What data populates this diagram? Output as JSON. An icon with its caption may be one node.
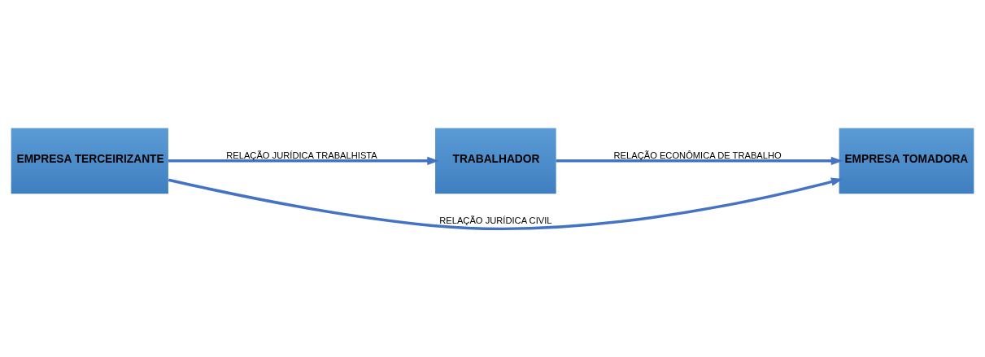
{
  "diagram": {
    "nodes": [
      {
        "text": [
          "EMPRESA TERCEIRIZANTE"
        ]
      },
      {
        "text": [
          "TRABALHADOR"
        ]
      },
      {
        "text": [
          "EMPRESA TOMADORA"
        ]
      }
    ],
    "edges": [
      {
        "from": 0,
        "to": 1,
        "arrow": "to",
        "label": "RELAÇÃO JURÍDICA TRABALHISTA"
      },
      {
        "from": 1,
        "to": 2,
        "arrow": "to",
        "label": "RELAÇÃO ECONÔMICA DE TRABALHO"
      },
      {
        "from": 0,
        "to": 2,
        "arrow": "to",
        "label": "RELAÇÃO JURÍDICA CIVIL"
      }
    ]
  }
}
